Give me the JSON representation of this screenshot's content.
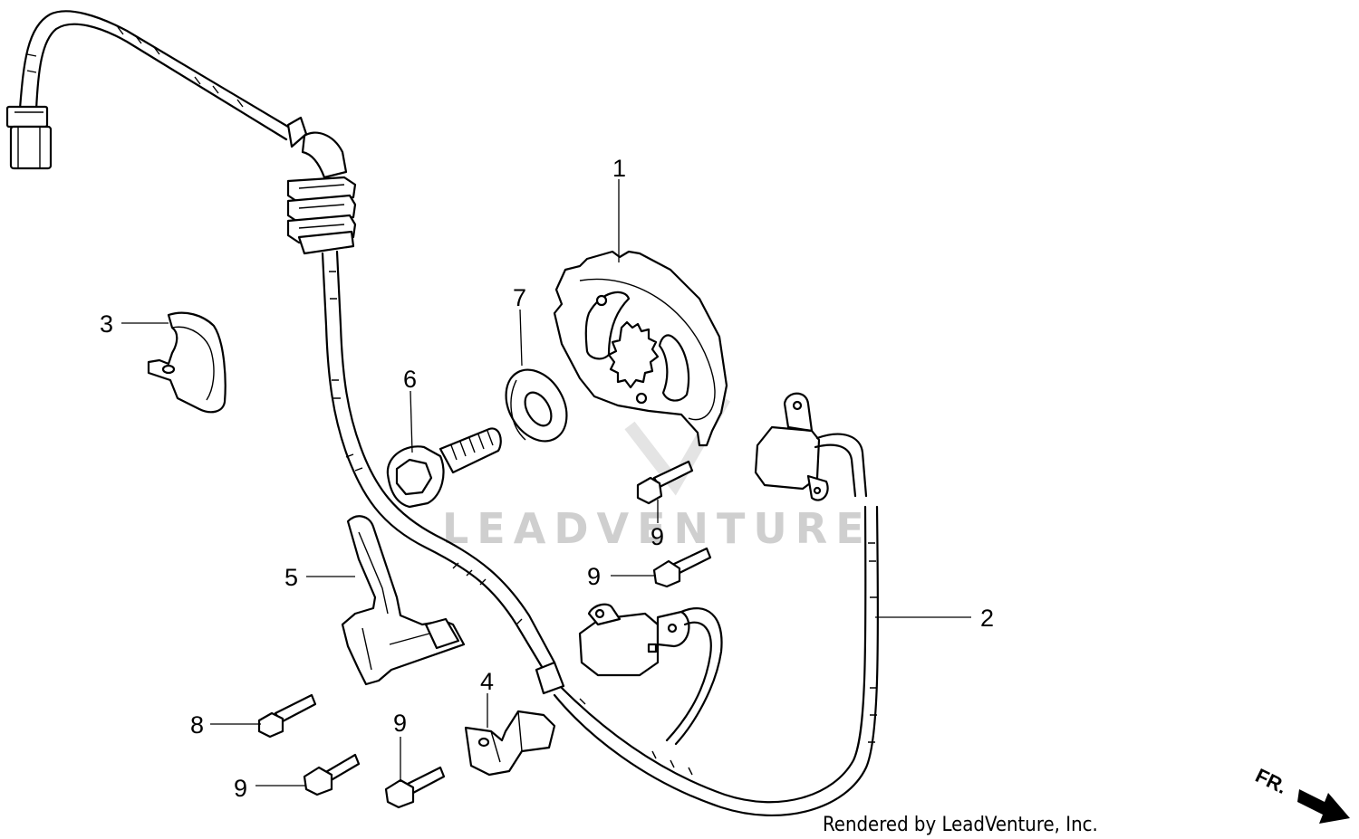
{
  "watermark": "LEADVENTURE",
  "credit": "Rendered by LeadVenture, Inc.",
  "direction_label": "FR.",
  "callouts": {
    "c1": "1",
    "c2": "2",
    "c3": "3",
    "c4": "4",
    "c5": "5",
    "c6": "6",
    "c7": "7",
    "c8": "8",
    "c9a": "9",
    "c9b": "9",
    "c9c": "9",
    "c9d": "9"
  },
  "icons": [
    "connector-icon",
    "pulse-plate-icon",
    "washer-icon",
    "bolt-icon",
    "pickup-sensor-icon",
    "clamp-icon",
    "stay-icon",
    "arrow-icon"
  ]
}
